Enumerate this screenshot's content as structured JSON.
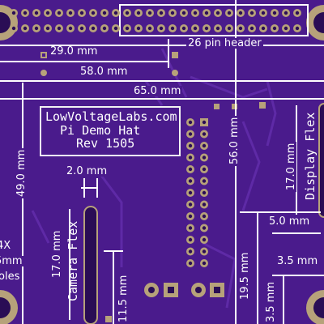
{
  "board": {
    "brand": "LowVoltageLabs.com",
    "product": "Pi Demo Hat",
    "revision": "Rev 1505",
    "header_label": "26 pin header",
    "camera_flex_label": "Camera Flex",
    "display_flex_label": "Display Flex",
    "holes_label_line1": "4X",
    "holes_label_line2": "5mm",
    "holes_label_line3": "oles"
  },
  "dimensions": {
    "d29": "29.0 mm",
    "d58": "58.0 mm",
    "d65": "65.0 mm",
    "d49": "49.0 mm",
    "d56": "56.0 mm",
    "d2": "2.0 mm",
    "d17a": "17.0 mm",
    "d17b": "17.0 mm",
    "d11_5": "11.5 mm",
    "d19_5": "19.5 mm",
    "d5": "5.0 mm",
    "d3_5a": "3.5 mm",
    "d3_5b": "3.5 mm"
  },
  "colors": {
    "board": "#4a1b8c",
    "silkscreen": "#ffffff",
    "copper": "#b7a27a",
    "trace": "#5e2aa6"
  }
}
